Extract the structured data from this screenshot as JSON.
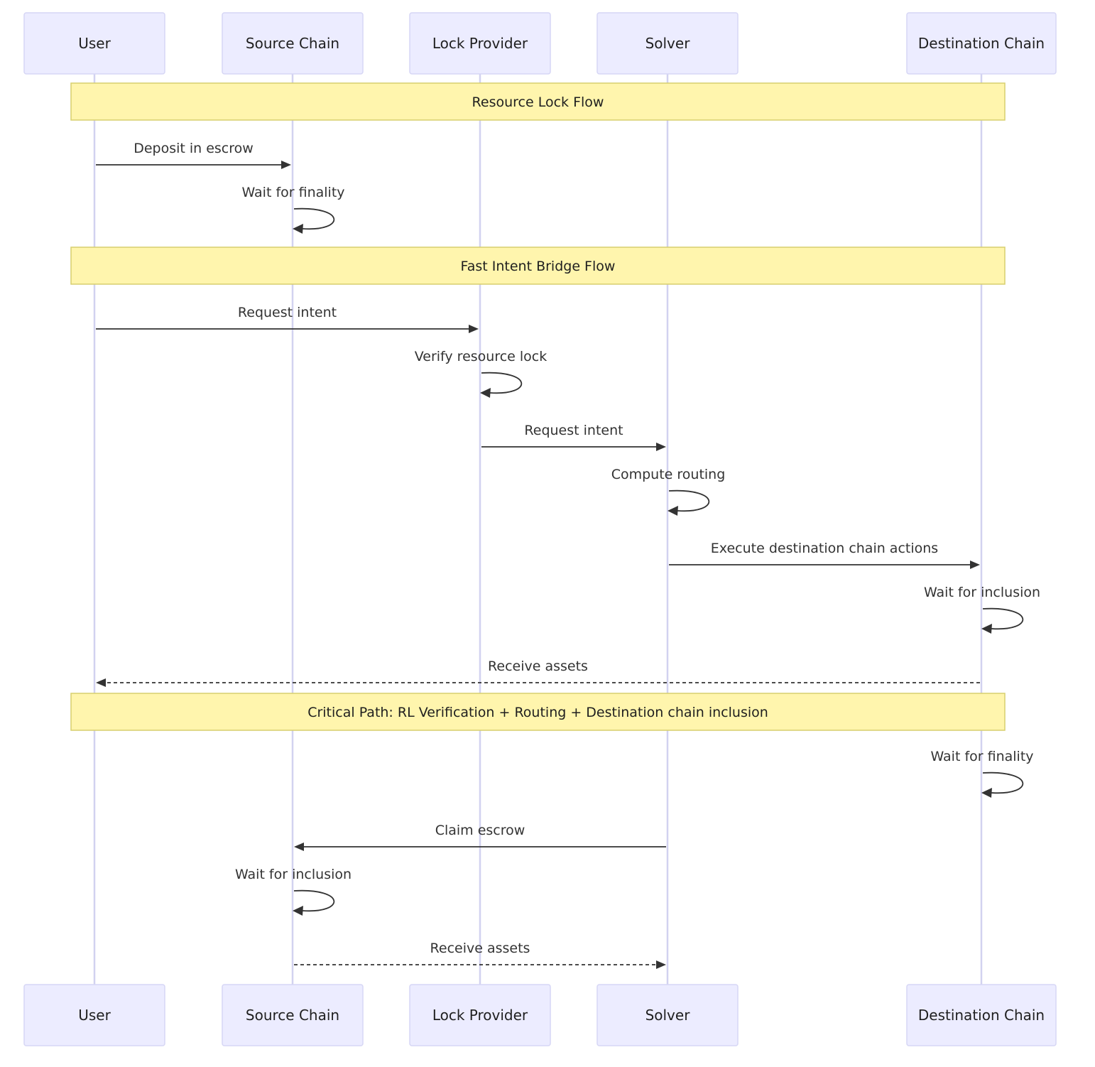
{
  "diagram": {
    "type": "sequence",
    "participants": [
      {
        "id": "user",
        "label": "User"
      },
      {
        "id": "source",
        "label": "Source Chain"
      },
      {
        "id": "lock",
        "label": "Lock Provider"
      },
      {
        "id": "solver",
        "label": "Solver"
      },
      {
        "id": "dest",
        "label": "Destination Chain"
      }
    ],
    "steps": [
      {
        "kind": "note",
        "text": "Resource Lock Flow"
      },
      {
        "kind": "message",
        "from": "user",
        "to": "source",
        "text": "Deposit in escrow",
        "style": "solid"
      },
      {
        "kind": "self",
        "actor": "source",
        "text": "Wait for finality"
      },
      {
        "kind": "note",
        "text": "Fast Intent Bridge Flow"
      },
      {
        "kind": "message",
        "from": "user",
        "to": "lock",
        "text": "Request intent",
        "style": "solid"
      },
      {
        "kind": "self",
        "actor": "lock",
        "text": "Verify resource lock"
      },
      {
        "kind": "message",
        "from": "lock",
        "to": "solver",
        "text": "Request intent",
        "style": "solid"
      },
      {
        "kind": "self",
        "actor": "solver",
        "text": "Compute routing"
      },
      {
        "kind": "message",
        "from": "solver",
        "to": "dest",
        "text": "Execute destination chain actions",
        "style": "solid"
      },
      {
        "kind": "self",
        "actor": "dest",
        "text": "Wait for inclusion"
      },
      {
        "kind": "message",
        "from": "dest",
        "to": "user",
        "text": "Receive assets",
        "style": "dashed"
      },
      {
        "kind": "note",
        "text": "Critical Path: RL Verification + Routing + Destination chain inclusion"
      },
      {
        "kind": "self",
        "actor": "dest",
        "text": "Wait for finality"
      },
      {
        "kind": "message",
        "from": "solver",
        "to": "source",
        "text": "Claim escrow",
        "style": "solid"
      },
      {
        "kind": "self",
        "actor": "source",
        "text": "Wait for inclusion"
      },
      {
        "kind": "message",
        "from": "source",
        "to": "solver",
        "text": "Receive assets",
        "style": "dashed"
      }
    ]
  },
  "colors": {
    "actor_fill": "#ececff",
    "actor_border": "#d6d6f5",
    "lifeline": "#d2d2f0",
    "note_fill": "#fff5ad",
    "note_border": "#d7cf6e",
    "arrow": "#333333"
  }
}
